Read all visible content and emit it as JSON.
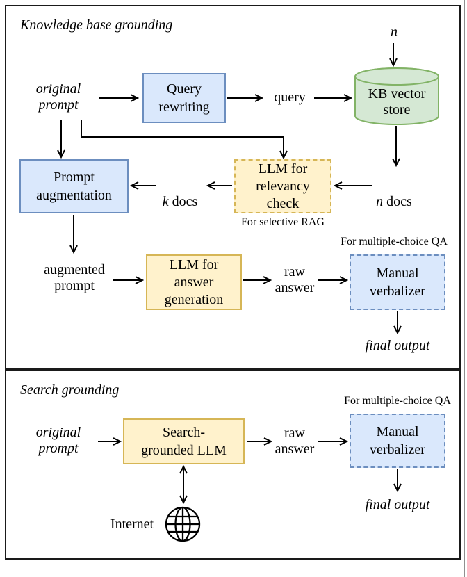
{
  "colors": {
    "box_blue_fill": "#dae8fc",
    "box_blue_border": "#6c8ebf",
    "box_yellow_fill": "#fff2cc",
    "box_yellow_border": "#d6b656",
    "cylinder_green_fill": "#d5e8d4",
    "cylinder_green_border": "#82b366",
    "line_color": "#000000"
  },
  "icons": {
    "internet": "globe-icon",
    "kb_store": "database-cylinder-icon"
  },
  "kb_panel": {
    "title": "Knowledge base grounding",
    "original_prompt_label": "original\nprompt",
    "query_rewriting_box_label": "Query\nrewriting",
    "query_label": "query",
    "n_var": "n",
    "kb_vector_store_label": "KB vector\nstore",
    "n_docs": {
      "var": "n",
      "word": "docs"
    },
    "llm_relevancy_box_label": "LLM for\nrelevancy\ncheck",
    "selective_rag_note": "For selective RAG",
    "k_docs": {
      "var": "k",
      "word": "docs"
    },
    "prompt_augmentation_box_label": "Prompt\naugmentation",
    "augmented_prompt_label": "augmented\nprompt",
    "llm_answer_box_label": "LLM for\nanswer\ngeneration",
    "raw_answer_label": "raw\nanswer",
    "mcqa_note": "For multiple-choice QA",
    "manual_verbalizer_box_label": "Manual\nverbalizer",
    "final_output_label": "final output"
  },
  "search_panel": {
    "title": "Search grounding",
    "original_prompt_label": "original\nprompt",
    "search_llm_box_label": "Search-\ngrounded LLM",
    "raw_answer_label": "raw\nanswer",
    "mcqa_note": "For multiple-choice QA",
    "manual_verbalizer_box_label": "Manual\nverbalizer",
    "final_output_label": "final output",
    "internet_label": "Internet"
  }
}
